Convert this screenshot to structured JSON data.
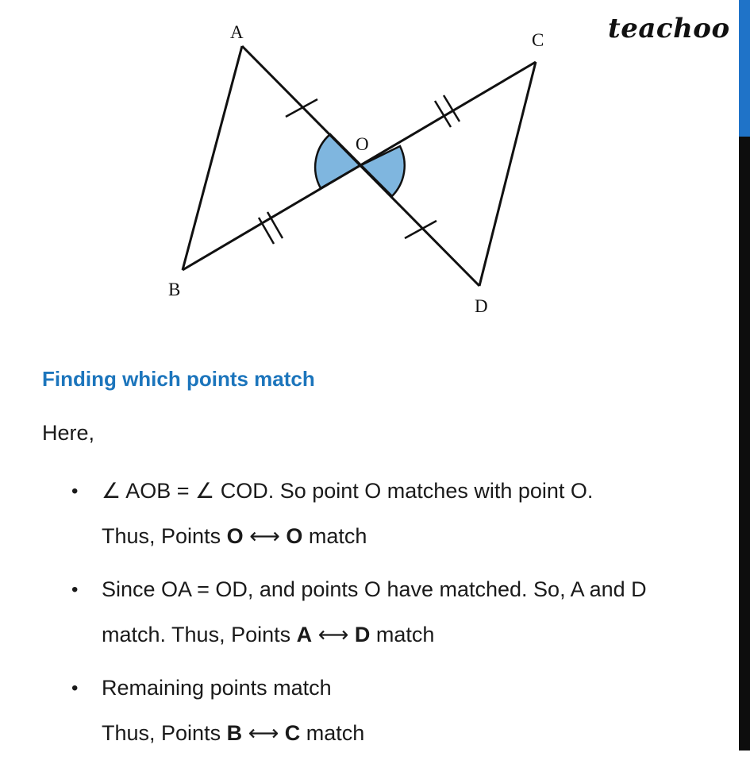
{
  "brand": {
    "name": "teachoo",
    "accent": "#1f73c8"
  },
  "figure": {
    "labels": {
      "A": "A",
      "B": "B",
      "C": "C",
      "D": "D",
      "O": "O"
    },
    "angle_fill": "#7fb6df"
  },
  "heading": "Finding which points match",
  "intro": "Here,",
  "bullets": [
    {
      "line1": "∠ AOB = ∠ COD. So point O matches with point O.",
      "line2_prefix": "Thus, Points ",
      "line2_a": "O",
      "line2_arrow": " ⟷ ",
      "line2_b": "O",
      "line2_suffix": " match"
    },
    {
      "line1": "Since OA = OD, and points O have matched. So, A and D",
      "line2_prefix": "match. Thus, Points ",
      "line2_a": "A",
      "line2_arrow": " ⟷ ",
      "line2_b": "D",
      "line2_suffix": " match"
    },
    {
      "line1": "Remaining points match",
      "line2_prefix": "Thus, Points ",
      "line2_a": "B",
      "line2_arrow": " ⟷ ",
      "line2_b": "C",
      "line2_suffix": " match"
    }
  ]
}
